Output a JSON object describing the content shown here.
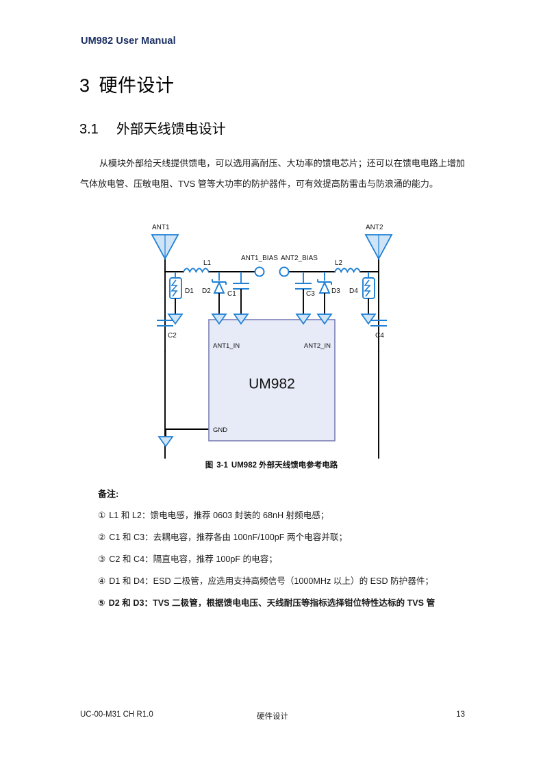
{
  "header": {
    "doc_title": "UM982 User Manual",
    "color": "#1b2f63"
  },
  "headings": {
    "h1_num": "3",
    "h1_text": "硬件设计",
    "h2_num": "3.1",
    "h2_text": "外部天线馈电设计"
  },
  "body": {
    "paragraph": "从模块外部给天线提供馈电，可以选用高耐压、大功率的馈电芯片；还可以在馈电电路上增加气体放电管、压敏电阻、TVS 管等大功率的防护器件，可有效提高防雷击与防浪涌的能力。"
  },
  "figure": {
    "caption_label": "图",
    "caption_number": "3-1",
    "caption_text": "UM982 外部天线馈电参考电路",
    "chip_label": "UM982",
    "colors": {
      "wire": "#000000",
      "component": "#1e7fd4",
      "component_fill": "#cfe4f7",
      "chip_fill": "#e7ebf7",
      "chip_border": "#7b7fb5"
    },
    "labels": {
      "ant1": "ANT1",
      "ant2": "ANT2",
      "ant1_bias": "ANT1_BIAS",
      "ant2_bias": "ANT2_BIAS",
      "ant1_in": "ANT1_IN",
      "ant2_in": "ANT2_IN",
      "gnd": "GND",
      "l1": "L1",
      "l2": "L2",
      "c1": "C1",
      "c2": "C2",
      "c3": "C3",
      "c4": "C4",
      "d1": "D1",
      "d2": "D2",
      "d3": "D3",
      "d4": "D4"
    }
  },
  "notes": {
    "title": "备注:",
    "items": [
      {
        "marker": "①",
        "text": "L1 和 L2：馈电电感，推荐 0603 封装的 68nH 射频电感；",
        "bold": false
      },
      {
        "marker": "②",
        "text": "C1 和 C3：去耦电容，推荐各由 100nF/100pF 两个电容并联；",
        "bold": false
      },
      {
        "marker": "③",
        "text": "C2 和 C4：隔直电容，推荐 100pF 的电容；",
        "bold": false
      },
      {
        "marker": "④",
        "text": "D1 和 D4：ESD 二极管，应选用支持高频信号（1000MHz 以上）的 ESD 防护器件；",
        "bold": false
      },
      {
        "marker": "⑤",
        "text": "D2 和 D3：TVS 二极管，根据馈电电压、天线耐压等指标选择钳位特性达标的 TVS 管",
        "bold": true
      }
    ]
  },
  "footer": {
    "doc_code": "UC-00-M31 CH R1.0",
    "chapter": "硬件设计",
    "page_number": "13"
  }
}
